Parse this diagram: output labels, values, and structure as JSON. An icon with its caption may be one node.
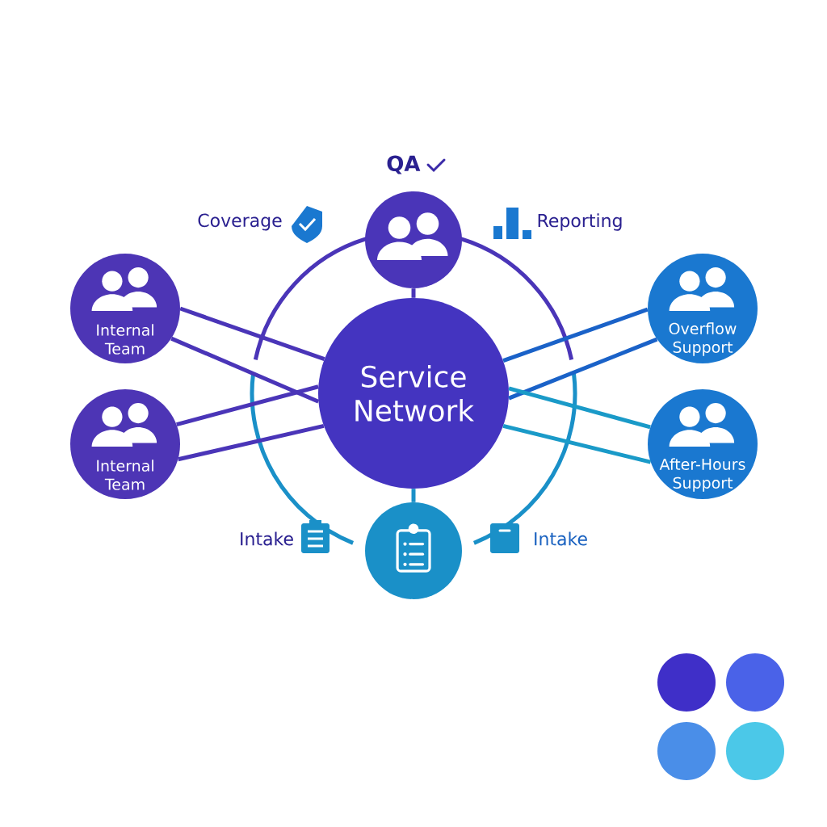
{
  "diagram": {
    "nodes": [
      {
        "text": [
          "Service Network"
        ]
      },
      {
        "text": [
          "QA"
        ]
      },
      {
        "text": [
          "Internal Team"
        ]
      },
      {
        "text": [
          "Internal Team"
        ]
      },
      {
        "text": [
          "Overflow Support"
        ]
      },
      {
        "text": [
          "After-Hours Support"
        ]
      },
      {
        "text": [],
        "shape": "circle"
      }
    ],
    "edges": [
      {
        "from": 1,
        "to": 0,
        "arrow": "none",
        "color": "#4a35b8"
      },
      {
        "from": 0,
        "to": 6,
        "arrow": "none",
        "color": "#1a90c8"
      },
      {
        "from": 2,
        "to": 0,
        "arrow": "none",
        "color": "#4a35b8"
      },
      {
        "from": 2,
        "to": 0,
        "arrow": "none",
        "color": "#4a35b8"
      },
      {
        "from": 3,
        "to": 0,
        "arrow": "none",
        "color": "#4a35b8"
      },
      {
        "from": 3,
        "to": 0,
        "arrow": "none",
        "color": "#4a35b8"
      },
      {
        "from": 4,
        "to": 0,
        "arrow": "none",
        "color": "#1a62c8"
      },
      {
        "from": 4,
        "to": 0,
        "arrow": "none",
        "color": "#1a62c8"
      },
      {
        "from": 5,
        "to": 0,
        "arrow": "none",
        "color": "#1a9ac8"
      },
      {
        "from": 5,
        "to": 0,
        "arrow": "none",
        "color": "#1a9ac8"
      }
    ],
    "labels": [
      "Coverage",
      "Reporting",
      "Intake",
      "Intake"
    ]
  }
}
